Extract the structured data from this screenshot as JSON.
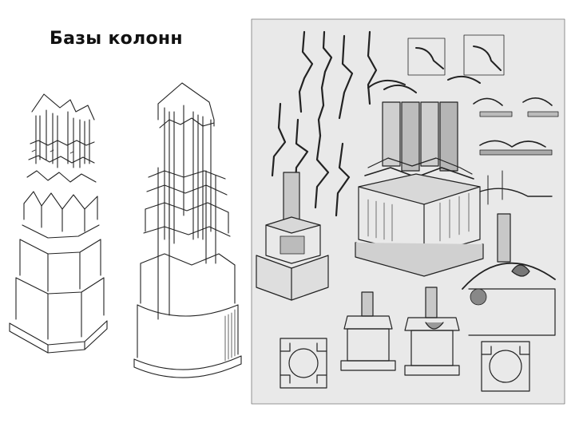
{
  "slide": {
    "title": "Базы колонн"
  },
  "figures": {
    "left": {
      "icon": "column-bases-line-drawing"
    },
    "right": {
      "icon": "column-bases-engraving-plate"
    }
  }
}
